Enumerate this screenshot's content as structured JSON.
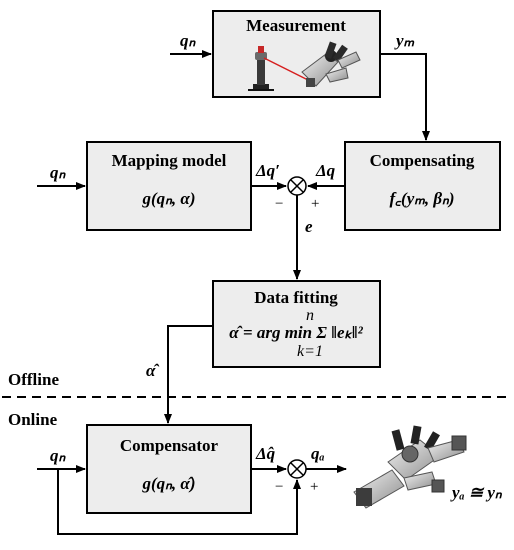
{
  "blocks": {
    "measurement": {
      "title": "Measurement"
    },
    "mapping": {
      "title": "Mapping model",
      "formula": "g(qₙ, α)"
    },
    "compensating": {
      "title": "Compensating",
      "formula": "f꜀(yₘ, βₙ)"
    },
    "fitting": {
      "title": "Data fitting",
      "formula": "α̂ = arg min Σ ‖eₖ‖²",
      "sum_upper": "n",
      "sum_lower": "k=1"
    },
    "compensator": {
      "title": "Compensator",
      "formula": "g(qₙ, α̂)"
    }
  },
  "signals": {
    "qn_measure": "qₙ",
    "ym": "yₘ",
    "qn_mapping": "qₙ",
    "dq_prime": "Δq′",
    "dq": "Δq",
    "e": "e",
    "alpha_hat": "α̂",
    "qn_online": "qₙ",
    "dq_hat": "Δq̂",
    "qa": "qₐ",
    "result": "yₐ ≅ yₙ"
  },
  "signs": {
    "sum1_left": "−",
    "sum1_right": "+",
    "sum2_left": "−",
    "sum2_right": "+"
  },
  "regions": {
    "offline": "Offline",
    "online": "Online"
  },
  "colors": {
    "block_fill": "#ededed",
    "laser": "#d62020"
  }
}
